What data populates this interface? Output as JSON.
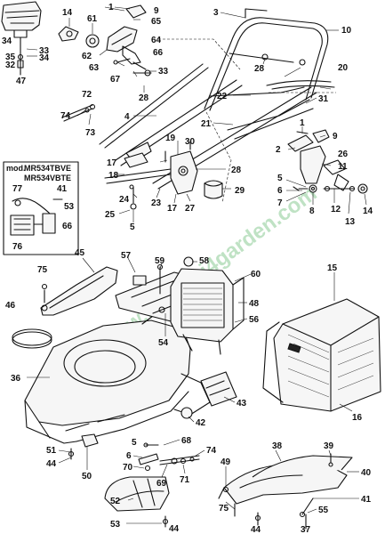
{
  "diagram": {
    "model_box": {
      "prefix": "mod.",
      "models": [
        "MR534TBVE",
        "MR534VBTE"
      ]
    },
    "watermark": "www.ricambi4garden.com",
    "callouts": [
      {
        "id": "c1a",
        "text": "1"
      },
      {
        "id": "c9a",
        "text": "9"
      },
      {
        "id": "c3",
        "text": "3"
      },
      {
        "id": "c10",
        "text": "10"
      },
      {
        "id": "c14a",
        "text": "14"
      },
      {
        "id": "c61",
        "text": "61"
      },
      {
        "id": "c65",
        "text": "65"
      },
      {
        "id": "c64",
        "text": "64"
      },
      {
        "id": "c66",
        "text": "66"
      },
      {
        "id": "c62",
        "text": "62"
      },
      {
        "id": "c63",
        "text": "63"
      },
      {
        "id": "c33a",
        "text": "33"
      },
      {
        "id": "c67",
        "text": "67"
      },
      {
        "id": "c28a",
        "text": "28"
      },
      {
        "id": "c34a",
        "text": "34"
      },
      {
        "id": "c35",
        "text": "35"
      },
      {
        "id": "c33b",
        "text": "33"
      },
      {
        "id": "c34b",
        "text": "34"
      },
      {
        "id": "c32",
        "text": "32"
      },
      {
        "id": "c47",
        "text": "47"
      },
      {
        "id": "c28b",
        "text": "28"
      },
      {
        "id": "c20",
        "text": "20"
      },
      {
        "id": "c72",
        "text": "72"
      },
      {
        "id": "c74a",
        "text": "74"
      },
      {
        "id": "c73",
        "text": "73"
      },
      {
        "id": "c4",
        "text": "4"
      },
      {
        "id": "c22",
        "text": "22"
      },
      {
        "id": "c31",
        "text": "31"
      },
      {
        "id": "c21",
        "text": "21"
      },
      {
        "id": "c1b",
        "text": "1"
      },
      {
        "id": "c2",
        "text": "2"
      },
      {
        "id": "c9b",
        "text": "9"
      },
      {
        "id": "c26",
        "text": "26"
      },
      {
        "id": "c11",
        "text": "11"
      },
      {
        "id": "c19",
        "text": "19"
      },
      {
        "id": "c30",
        "text": "30"
      },
      {
        "id": "c17a",
        "text": "17"
      },
      {
        "id": "c18",
        "text": "18"
      },
      {
        "id": "c28c",
        "text": "28"
      },
      {
        "id": "c5a",
        "text": "5"
      },
      {
        "id": "c6a",
        "text": "6"
      },
      {
        "id": "c7",
        "text": "7"
      },
      {
        "id": "c8",
        "text": "8"
      },
      {
        "id": "c12",
        "text": "12"
      },
      {
        "id": "c13",
        "text": "13"
      },
      {
        "id": "c14b",
        "text": "14"
      },
      {
        "id": "c29",
        "text": "29"
      },
      {
        "id": "c24",
        "text": "24"
      },
      {
        "id": "c23",
        "text": "23"
      },
      {
        "id": "c17b",
        "text": "17"
      },
      {
        "id": "c27",
        "text": "27"
      },
      {
        "id": "c25",
        "text": "25"
      },
      {
        "id": "c5b",
        "text": "5"
      },
      {
        "id": "c77",
        "text": "77"
      },
      {
        "id": "c41a",
        "text": "41"
      },
      {
        "id": "c53a",
        "text": "53"
      },
      {
        "id": "c66b",
        "text": "66"
      },
      {
        "id": "c76",
        "text": "76"
      },
      {
        "id": "c45",
        "text": "45"
      },
      {
        "id": "c57",
        "text": "57"
      },
      {
        "id": "c59",
        "text": "59"
      },
      {
        "id": "c58",
        "text": "58"
      },
      {
        "id": "c15",
        "text": "15"
      },
      {
        "id": "c75a",
        "text": "75"
      },
      {
        "id": "c60",
        "text": "60"
      },
      {
        "id": "c48",
        "text": "48"
      },
      {
        "id": "c56",
        "text": "56"
      },
      {
        "id": "c46",
        "text": "46"
      },
      {
        "id": "c54",
        "text": "54"
      },
      {
        "id": "c36",
        "text": "36"
      },
      {
        "id": "c43",
        "text": "43"
      },
      {
        "id": "c42",
        "text": "42"
      },
      {
        "id": "c16",
        "text": "16"
      },
      {
        "id": "c51",
        "text": "51"
      },
      {
        "id": "c44a",
        "text": "44"
      },
      {
        "id": "c50",
        "text": "50"
      },
      {
        "id": "c5c",
        "text": "5"
      },
      {
        "id": "c68",
        "text": "68"
      },
      {
        "id": "c6b",
        "text": "6"
      },
      {
        "id": "c74b",
        "text": "74"
      },
      {
        "id": "c70",
        "text": "70"
      },
      {
        "id": "c69",
        "text": "69"
      },
      {
        "id": "c71",
        "text": "71"
      },
      {
        "id": "c38",
        "text": "38"
      },
      {
        "id": "c39",
        "text": "39"
      },
      {
        "id": "c49",
        "text": "49"
      },
      {
        "id": "c40",
        "text": "40"
      },
      {
        "id": "c41b",
        "text": "41"
      },
      {
        "id": "c52",
        "text": "52"
      },
      {
        "id": "c75b",
        "text": "75"
      },
      {
        "id": "c55",
        "text": "55"
      },
      {
        "id": "c53b",
        "text": "53"
      },
      {
        "id": "c44b",
        "text": "44"
      },
      {
        "id": "c44c",
        "text": "44"
      },
      {
        "id": "c37",
        "text": "37"
      }
    ]
  }
}
